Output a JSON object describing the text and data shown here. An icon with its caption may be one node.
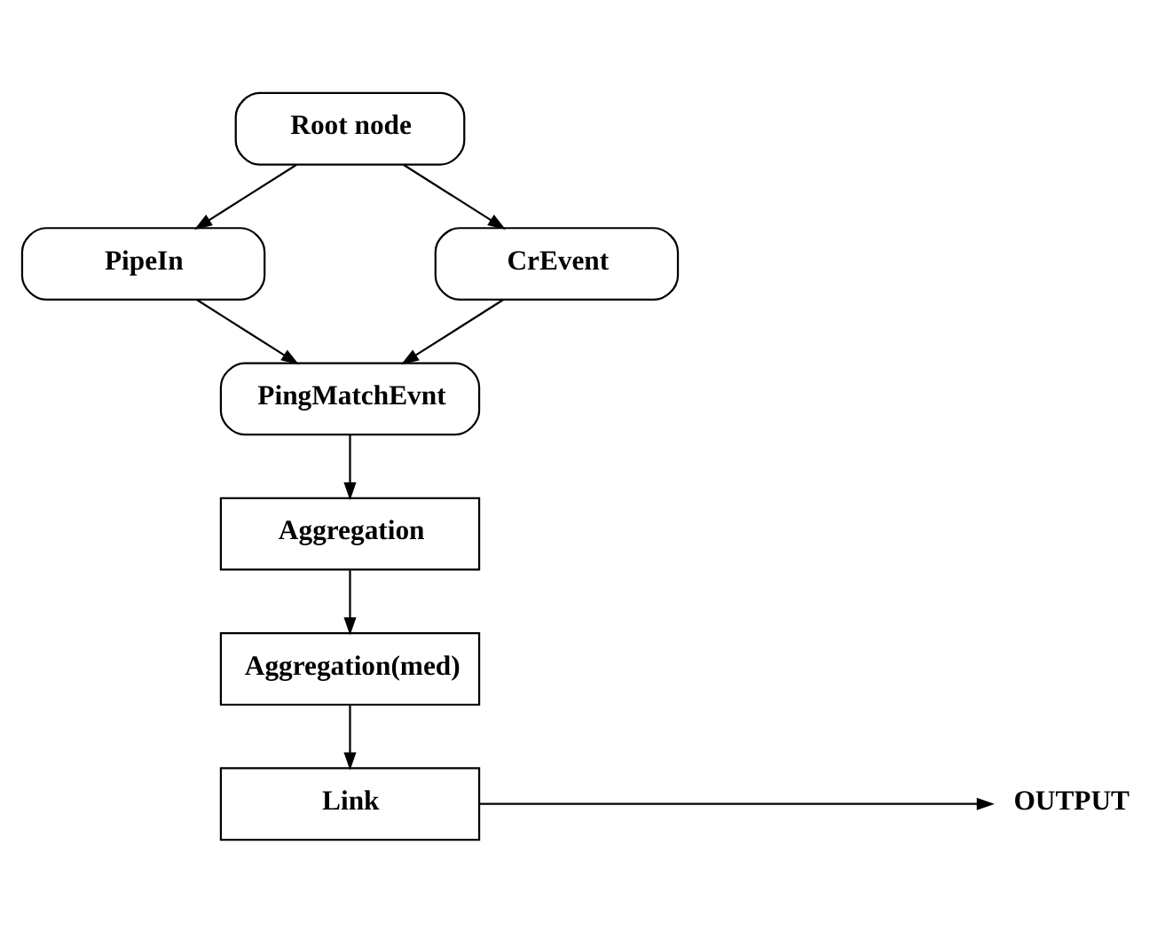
{
  "diagram": {
    "nodes": [
      {
        "text": [
          "Root node"
        ]
      },
      {
        "text": [
          "PipeIn"
        ]
      },
      {
        "text": [
          "CrEvent"
        ]
      },
      {
        "text": [
          "PingMatchEvnt"
        ]
      },
      {
        "text": [
          "Aggregation"
        ]
      },
      {
        "text": [
          "Aggregation(med)"
        ]
      },
      {
        "text": [
          "Link"
        ]
      },
      {
        "text": [
          "OUTPUT"
        ]
      }
    ],
    "edges": [
      {
        "from": 0,
        "to": 1,
        "arrow": "to"
      },
      {
        "from": 0,
        "to": 2,
        "arrow": "to"
      },
      {
        "from": 1,
        "to": 3,
        "arrow": "to"
      },
      {
        "from": 2,
        "to": 3,
        "arrow": "to"
      },
      {
        "from": 3,
        "to": 4,
        "arrow": "to"
      },
      {
        "from": 4,
        "to": 5,
        "arrow": "to"
      },
      {
        "from": 5,
        "to": 6,
        "arrow": "to"
      },
      {
        "from": 6,
        "to": 7,
        "arrow": "to"
      }
    ]
  }
}
